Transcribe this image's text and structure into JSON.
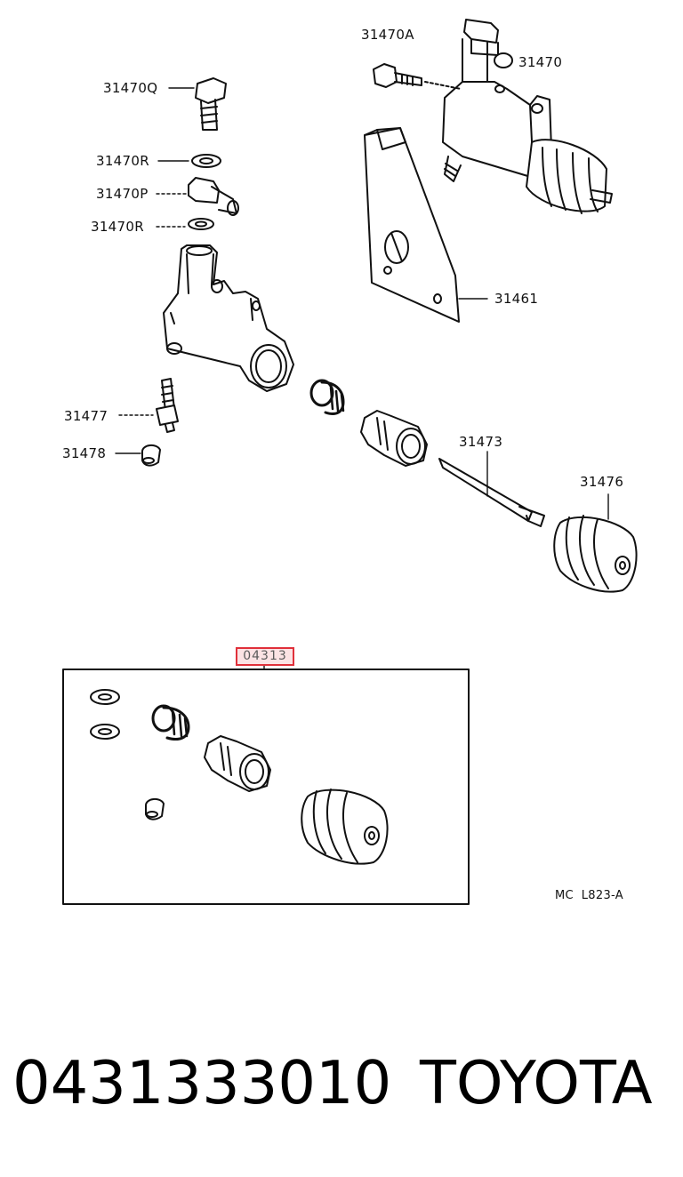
{
  "labels": {
    "p31470A": "31470A",
    "p31470": "31470",
    "p31470Q": "31470Q",
    "p31470R_top": "31470R",
    "p31470P": "31470P",
    "p31470R_bottom": "31470R",
    "p31461": "31461",
    "p31477": "31477",
    "p31478": "31478",
    "p31473": "31473",
    "p31476": "31476"
  },
  "kit": {
    "code": "04313"
  },
  "drawing_ref": "MC  L823-A",
  "footer": {
    "part_number": "0431333010",
    "brand": "TOYOTA"
  }
}
